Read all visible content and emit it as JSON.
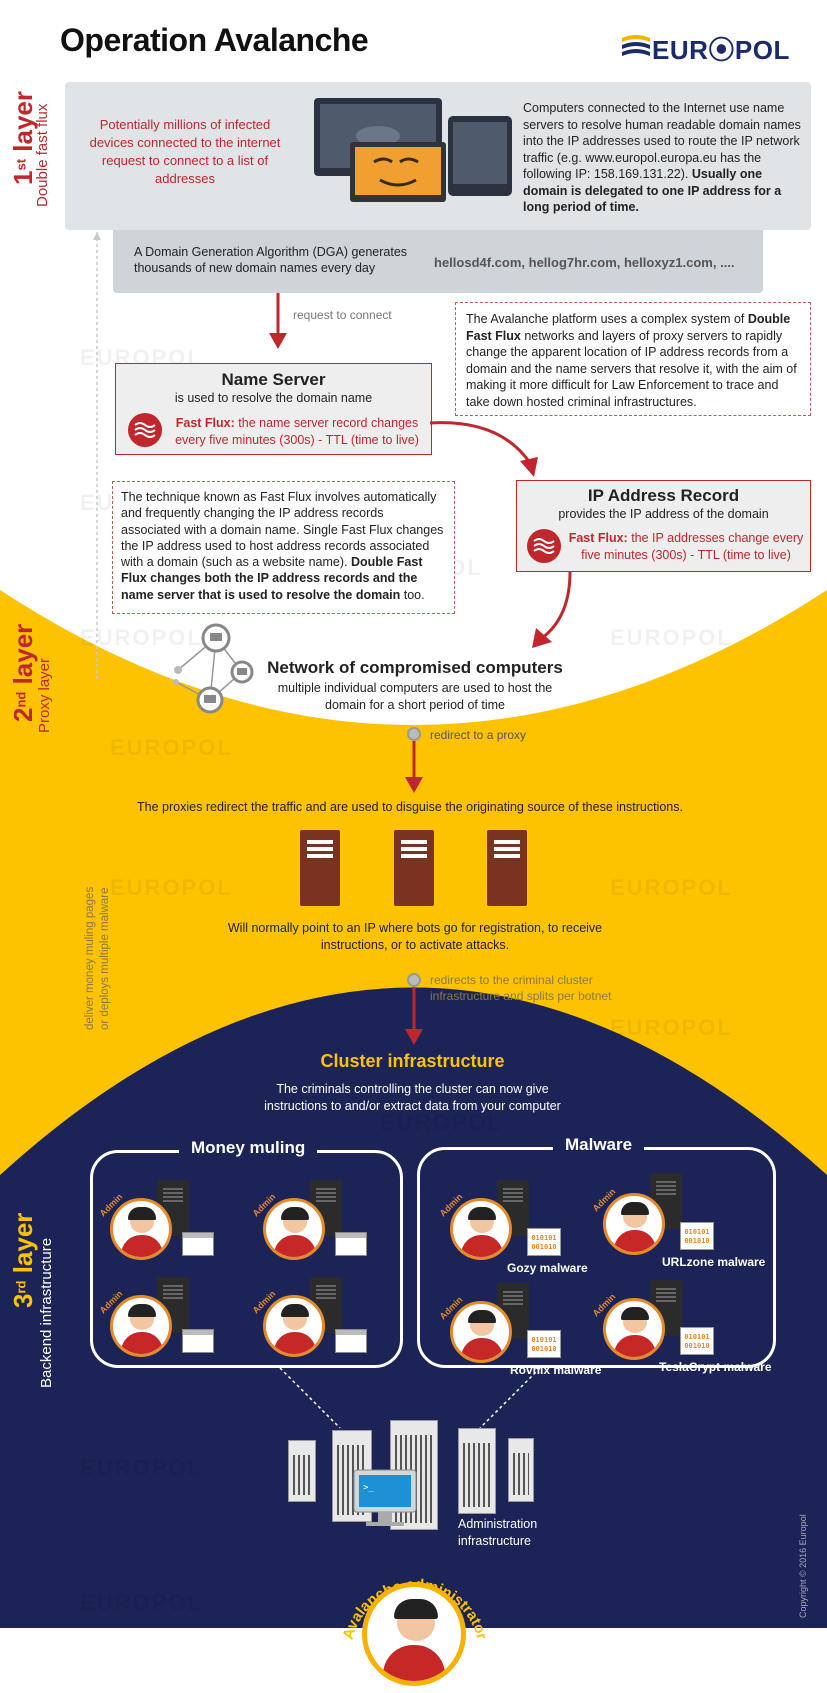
{
  "header": {
    "title": "Operation Avalanche",
    "logo_text": "EUR⦿POL"
  },
  "layers": {
    "first": {
      "num": "1",
      "sup": "st",
      "word": " layer",
      "sub": "Double fast flux"
    },
    "second": {
      "num": "2",
      "sup": "nd",
      "word": " layer",
      "sub": "Proxy layer"
    },
    "third": {
      "num": "3",
      "sup": "rd",
      "word": " layer",
      "sub": "Backend  infrastructure"
    }
  },
  "top_box": {
    "devices_text": "Potentially millions of infected devices connected to the internet request to connect to a list of addresses",
    "dns_text": "Computers connected to the Internet use name servers to resolve human readable domain names into the IP addresses used to route the IP network traffic (e.g. www.europol.europa.eu has the following IP: 158.169.131.22).",
    "dns_bold": " Usually one domain is delegated to one IP address for a long period of time."
  },
  "dga_box": {
    "text": "A Domain Generation Algorithm (DGA)  generates thousands of new domain names every day",
    "domains": "hellosd4f.com, hellog7hr.com, helloxyz1.com, ...."
  },
  "request_label": "request to connect",
  "avalanche_note": {
    "part1": "The Avalanche platform uses a complex system of ",
    "bold": "Double Fast Flux",
    "part2": " networks and layers of proxy servers to rapidly change the apparent location of IP address records from a domain and the name servers that resolve it, with the aim of making it more difficult for Law Enforcement to trace and take down hosted criminal infrastructures."
  },
  "name_server": {
    "title": "Name Server",
    "subtitle": "is used to resolve the domain name",
    "flux_label": "Fast Flux:",
    "flux_text": "  the name server record changes every five minutes (300s)  - TTL (time to live)"
  },
  "fast_flux_note": {
    "part1": "The technique known as Fast Flux involves automatically and frequently changing the IP address records associated with a domain name. Single Fast Flux changes the IP address used to host address records associated with a domain (such as a website name). ",
    "bold": "Double Fast Flux changes both the IP address records and the name server that is used to resolve the domain",
    "part2": " too."
  },
  "ip_record": {
    "title": "IP Address Record",
    "subtitle": "provides the IP address of the domain",
    "flux_label": "Fast Flux:",
    "flux_text": "  the IP addresses change every five minutes (300s)  - TTL (time to live)"
  },
  "network": {
    "title": "Network of compromised computers",
    "text": "multiple individual computers are used to host the domain for a short period of time"
  },
  "redirect_proxy": "redirect to a proxy",
  "proxy": {
    "text": "The proxies redirect the traffic and are used to disguise the originating source of these instructions.",
    "bots": "Will normally point to an IP where bots go for registration, to receive instructions, or to activate attacks."
  },
  "side_note": {
    "line1": "deliver money muling pages",
    "line2": "or deploys multiple  malware"
  },
  "redirect_cluster": "redirects to the criminal cluster infrastructure and splits per botnet",
  "cluster": {
    "title": "Cluster infrastructure",
    "text": "The criminals controlling the cluster can now give instructions to and/or extract data from your computer"
  },
  "groups": {
    "money": "Money muling",
    "malware": "Malware"
  },
  "admin_tag": "Admin",
  "binary": "010101\n001010",
  "malware_names": [
    "Gozy malware",
    "URLzone malware",
    "Rovnix malware",
    "TeslaCrypt malware"
  ],
  "admin_infra": "Administration infrastructure",
  "avalanche_admin": "Avalanche administrator",
  "copyright": "Copyright © 2016 Europol",
  "watermark": "EUROPOL",
  "colors": {
    "accent_red": "#c0272d",
    "yellow": "#fdc300",
    "navy": "#1b2357",
    "orange": "#f7b100"
  }
}
